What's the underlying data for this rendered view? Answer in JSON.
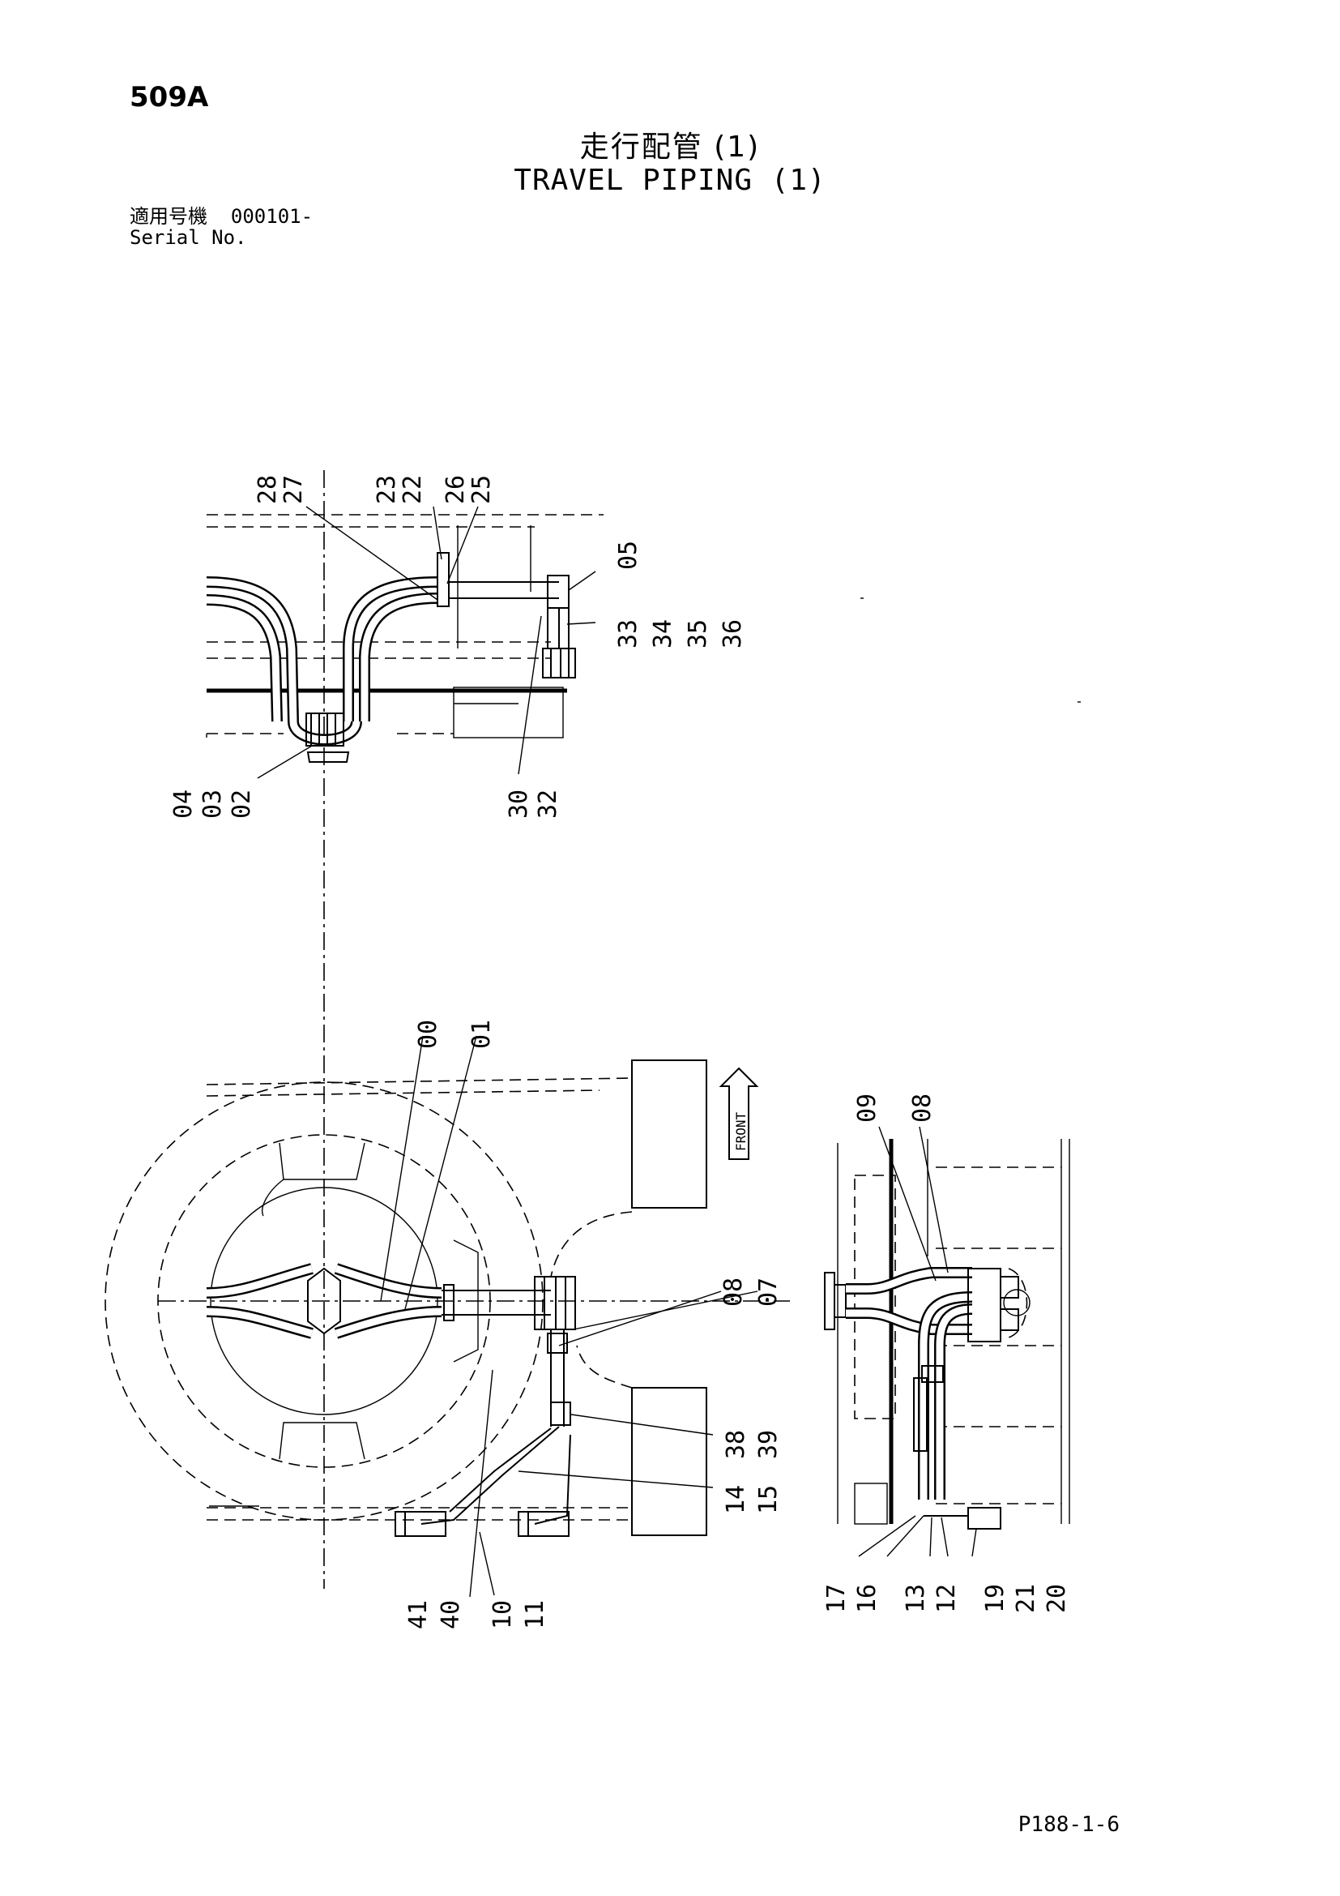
{
  "page_id": "509A",
  "title_jp": "走行配管 (1)",
  "title_en": "TRAVEL PIPING (1)",
  "serial": {
    "label_jp": "適用号機",
    "value": "000101-",
    "label_en": "Serial No."
  },
  "front_label": "FRONT",
  "footer_code": "P188-1-6",
  "callouts_top": [
    "28",
    "27",
    "23",
    "22",
    "26",
    "25",
    "05",
    "33",
    "34",
    "35",
    "36",
    "04",
    "03",
    "02",
    "30",
    "32"
  ],
  "callouts_main": [
    "00",
    "01",
    "08",
    "07",
    "38",
    "39",
    "14",
    "15",
    "41",
    "40",
    "10",
    "11"
  ],
  "callouts_right": [
    "09",
    "08",
    "17",
    "16",
    "13",
    "12",
    "19",
    "21",
    "20"
  ]
}
